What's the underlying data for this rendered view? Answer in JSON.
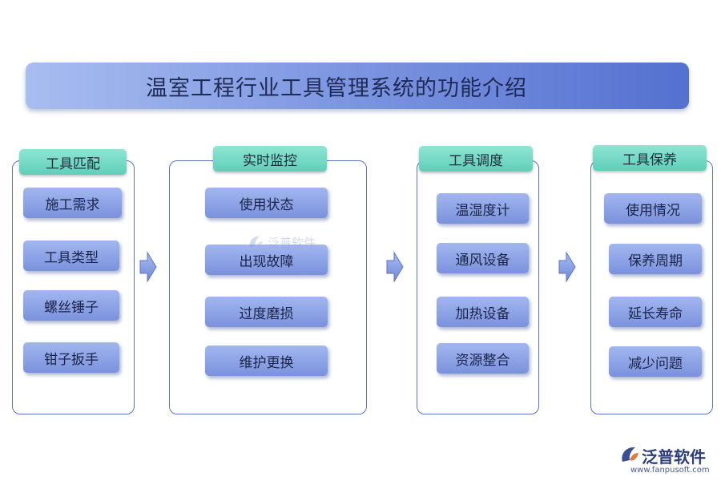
{
  "title": "温室工程行业工具管理系统的功能介绍",
  "groups": [
    {
      "label": "工具匹配",
      "items": [
        "施工需求",
        "工具类型",
        "螺丝锤子",
        "钳子扳手"
      ]
    },
    {
      "label": "实时监控",
      "items": [
        "使用状态",
        "出现故障",
        "过度磨损",
        "维护更换"
      ]
    },
    {
      "label": "工具调度",
      "items": [
        "温湿度计",
        "通风设备",
        "加热设备",
        "资源整合"
      ]
    },
    {
      "label": "工具保养",
      "items": [
        "使用情况",
        "保养周期",
        "延长寿命",
        "减少问题"
      ]
    }
  ],
  "watermark": {
    "text": "泛普软件"
  },
  "logo": {
    "name": "泛普软件",
    "url": "www.fanpusoft.com"
  },
  "colors": {
    "accent": "#5b73c8",
    "label": "#5fcfb8",
    "item": "#7a92dd"
  },
  "icons": [
    "right-arrow-icon",
    "fanpu-logo-icon"
  ]
}
